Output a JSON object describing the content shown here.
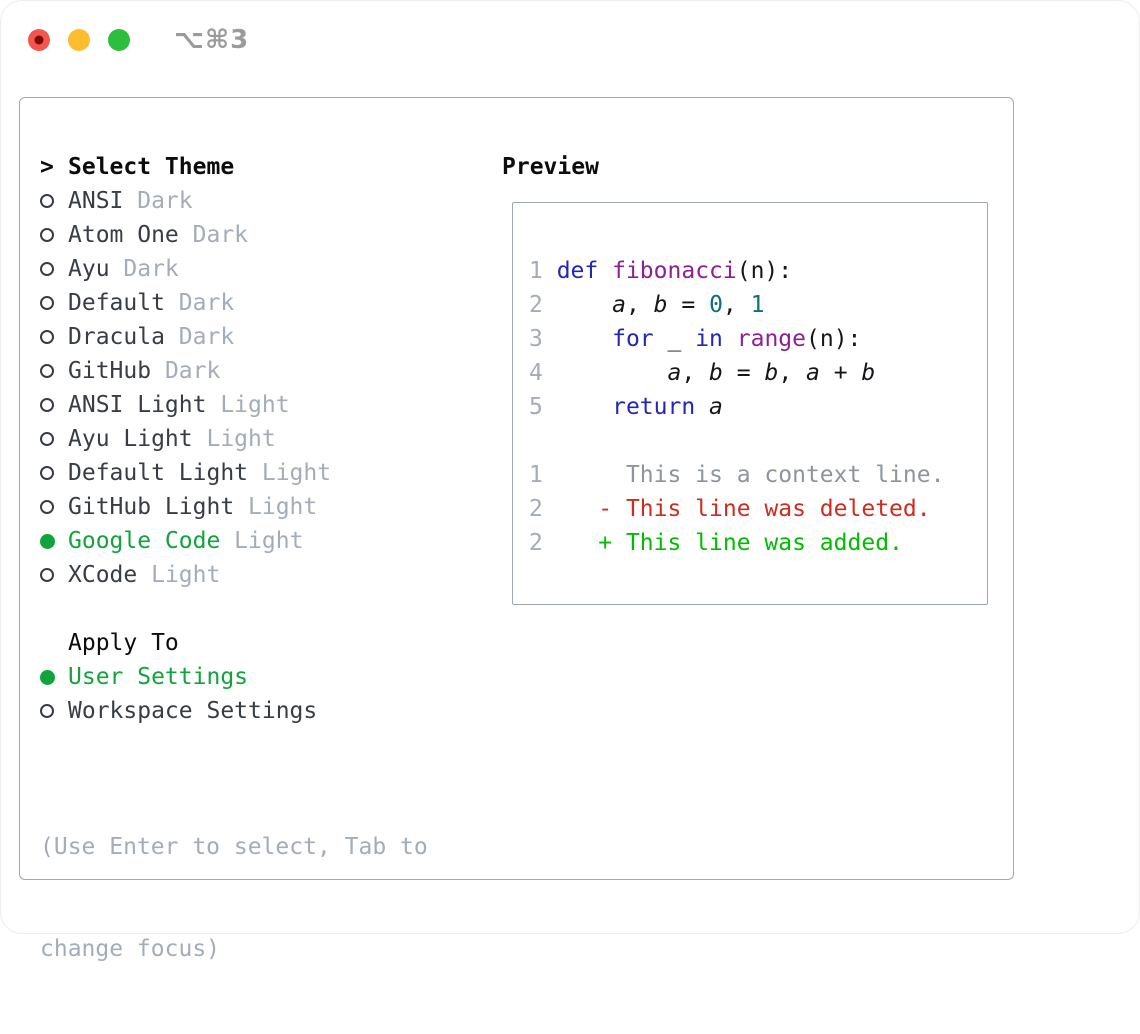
{
  "window": {
    "title": "⌥⌘3"
  },
  "theme_picker": {
    "pointer": ">",
    "header": "Select Theme",
    "items": [
      {
        "name": "ANSI",
        "variant": "Dark",
        "selected": false
      },
      {
        "name": "Atom One",
        "variant": "Dark",
        "selected": false
      },
      {
        "name": "Ayu",
        "variant": "Dark",
        "selected": false
      },
      {
        "name": "Default",
        "variant": "Dark",
        "selected": false
      },
      {
        "name": "Dracula",
        "variant": "Dark",
        "selected": false
      },
      {
        "name": "GitHub",
        "variant": "Dark",
        "selected": false
      },
      {
        "name": "ANSI Light",
        "variant": "Light",
        "selected": false
      },
      {
        "name": "Ayu Light",
        "variant": "Light",
        "selected": false
      },
      {
        "name": "Default Light",
        "variant": "Light",
        "selected": false
      },
      {
        "name": "GitHub Light",
        "variant": "Light",
        "selected": false
      },
      {
        "name": "Google Code",
        "variant": "Light",
        "selected": true
      },
      {
        "name": "XCode",
        "variant": "Light",
        "selected": false
      }
    ]
  },
  "apply_to": {
    "header": "Apply To",
    "options": [
      {
        "label": "User Settings",
        "selected": true
      },
      {
        "label": "Workspace Settings",
        "selected": false
      }
    ]
  },
  "hint": {
    "line1": "(Use Enter to select, Tab to",
    "line2": "change focus)"
  },
  "preview": {
    "header": "Preview",
    "lines": [
      [
        [
          "ln",
          "1 "
        ],
        [
          "kw",
          "def"
        ],
        [
          "pl",
          " "
        ],
        [
          "fn",
          "fibonacci"
        ],
        [
          "pl",
          "(n):"
        ]
      ],
      [
        [
          "ln",
          "2 "
        ],
        [
          "pl",
          "    "
        ],
        [
          "var",
          "a"
        ],
        [
          "pl",
          ", "
        ],
        [
          "var",
          "b"
        ],
        [
          "pl",
          " = "
        ],
        [
          "lit",
          "0"
        ],
        [
          "pl",
          ", "
        ],
        [
          "lit",
          "1"
        ]
      ],
      [
        [
          "ln",
          "3 "
        ],
        [
          "pl",
          "    "
        ],
        [
          "kw",
          "for"
        ],
        [
          "pl",
          " _ "
        ],
        [
          "kw",
          "in"
        ],
        [
          "pl",
          " "
        ],
        [
          "fn",
          "range"
        ],
        [
          "pl",
          "(n):"
        ]
      ],
      [
        [
          "ln",
          "4 "
        ],
        [
          "pl",
          "        "
        ],
        [
          "var",
          "a"
        ],
        [
          "pl",
          ", "
        ],
        [
          "var",
          "b"
        ],
        [
          "pl",
          " = "
        ],
        [
          "var",
          "b"
        ],
        [
          "pl",
          ", "
        ],
        [
          "var",
          "a"
        ],
        [
          "pl",
          " + "
        ],
        [
          "var",
          "b"
        ]
      ],
      [
        [
          "ln",
          "5 "
        ],
        [
          "pl",
          "    "
        ],
        [
          "kw",
          "return"
        ],
        [
          "pl",
          " "
        ],
        [
          "var",
          "a"
        ]
      ],
      [],
      [
        [
          "ln",
          "1 "
        ],
        [
          "ctx",
          "     This is a context line."
        ]
      ],
      [
        [
          "ln",
          "2 "
        ],
        [
          "pl",
          "   "
        ],
        [
          "del",
          "- This line was deleted."
        ]
      ],
      [
        [
          "ln",
          "2 "
        ],
        [
          "pl",
          "   "
        ],
        [
          "add",
          "+ This line was added."
        ]
      ]
    ]
  },
  "colors": {
    "accent_green": "#12a43c",
    "traffic_red": "#f4564f",
    "traffic_red_dot": "#7c0a06",
    "traffic_yellow": "#fcbd2f",
    "traffic_green": "#2dbe3d",
    "title_gray": "#9b9b9b",
    "panel_border": "#a0a8b2",
    "text_black": "#0b0c0d",
    "text_dark": "#383d44",
    "text_muted": "#a4acb8",
    "code_plain": "#141619",
    "syntax_keyword": "#2227b5",
    "syntax_function": "#8d1f97",
    "syntax_literal": "#0d7173",
    "diff_context": "#8d949b",
    "diff_deleted": "#ce2c1d",
    "diff_added": "#00bd00"
  }
}
